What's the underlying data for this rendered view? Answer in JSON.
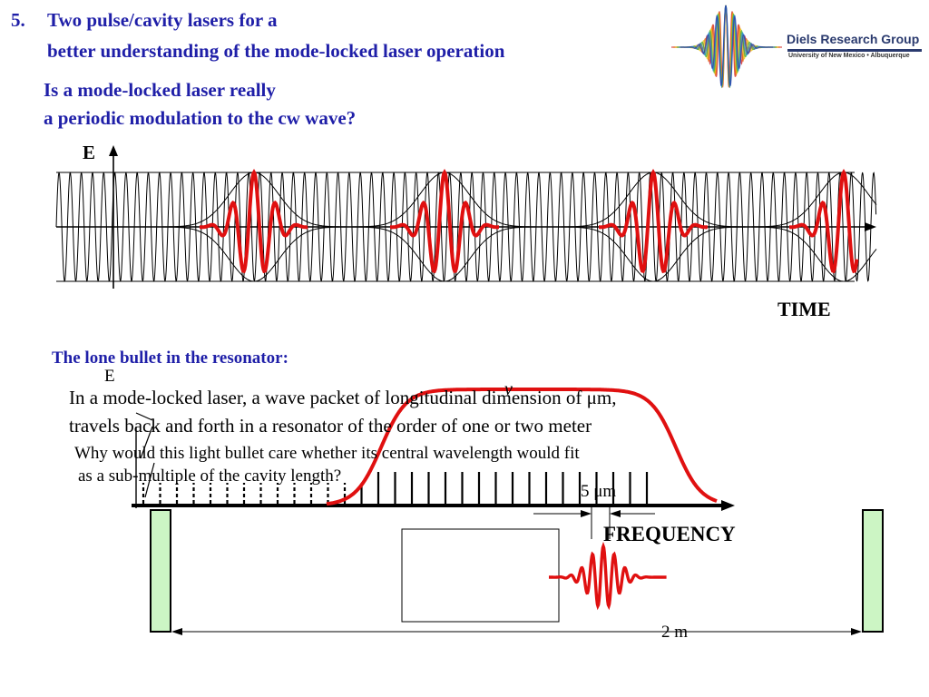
{
  "slide": {
    "number": "5.",
    "title_line1": "Two pulse/cavity lasers for a",
    "title_line2": "better understanding of the mode-locked laser operation",
    "question_line1": "Is a mode-locked laser really",
    "question_line2": "a periodic modulation to the cw wave?"
  },
  "logo": {
    "name": "Diels Research Group",
    "subtitle": "University of New Mexico • Albuquerque"
  },
  "top_diagram": {
    "y_axis_label": "E",
    "x_axis_label": "TIME",
    "pulse_color": "#e01010"
  },
  "bottom_diagram": {
    "heading": "The lone bullet in the resonator:",
    "y_axis_label": "E",
    "nu_label": "ν",
    "paragraph_line1": "In a mode-locked laser, a wave packet of longitudinal dimension of μm,",
    "paragraph_line2": "travels back and forth in a resonator of the order of one or two meter",
    "why_line1": "Why would this light bullet care whether its central wavelength would fit",
    "why_line2": "as a sub-multiple of the cavity length?",
    "pulse_length_label": "5 μm",
    "x_axis_label": "FREQUENCY",
    "cavity_length_label": "2 m",
    "mirror_color": "#ccf5c4"
  }
}
